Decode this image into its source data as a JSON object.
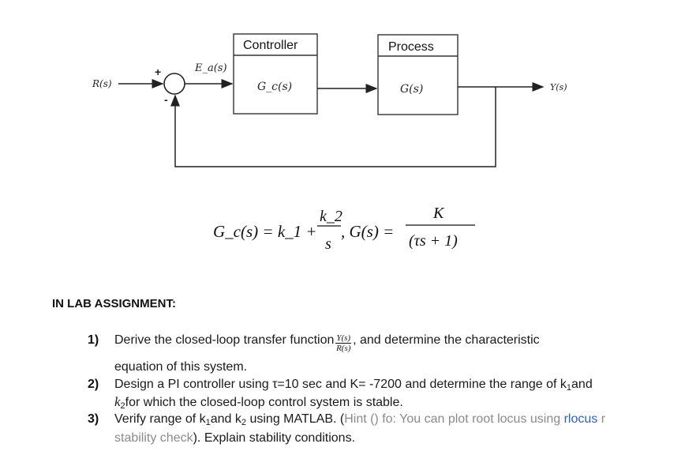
{
  "diagram": {
    "input_label": "R(s)",
    "plus_sign": "+",
    "minus_sign": "-",
    "error_label": "E_a(s)",
    "controller": {
      "title": "Controller",
      "block": "G_c(s)"
    },
    "process": {
      "title": "Process",
      "block": "G(s)"
    },
    "output_label": "Y(s)"
  },
  "equation": {
    "gc_lhs": "G_c(s) = k_1 +",
    "gc_frac_num": "k_2",
    "gc_frac_den": "s",
    "g_lhs": ", G(s) =",
    "g_frac_num": "K",
    "g_frac_den": "(τs + 1)"
  },
  "assignment": {
    "heading": "IN LAB ASSIGNMENT:",
    "items": [
      {
        "number": "1)",
        "line1_a": "Derive the closed-loop transfer function",
        "frac_num": "Y(s)",
        "frac_den": "R(s)",
        "line1_b": ", and determine the characteristic",
        "line2": "equation of this system."
      },
      {
        "number": "2)",
        "line1_a": "Design a PI controller using τ=10 sec and K= -7200 and determine the range of k",
        "line1_sub": "1",
        "line1_b": "and",
        "line2_var": "k",
        "line2_sub": "2",
        "line2": "for which the closed-loop control system is stable."
      },
      {
        "number": "3)",
        "line1_a": "Verify range of k",
        "sub1": "1",
        "mid": "and k",
        "sub2": "2",
        "line1_b": " using MATLAB. (",
        "hint1": "Hint () fo: You can plot root locus using ",
        "link": "rlocus",
        "hint2": " r",
        "line2_hint": "stability check",
        "line2": "). Explain stability conditions."
      }
    ]
  }
}
